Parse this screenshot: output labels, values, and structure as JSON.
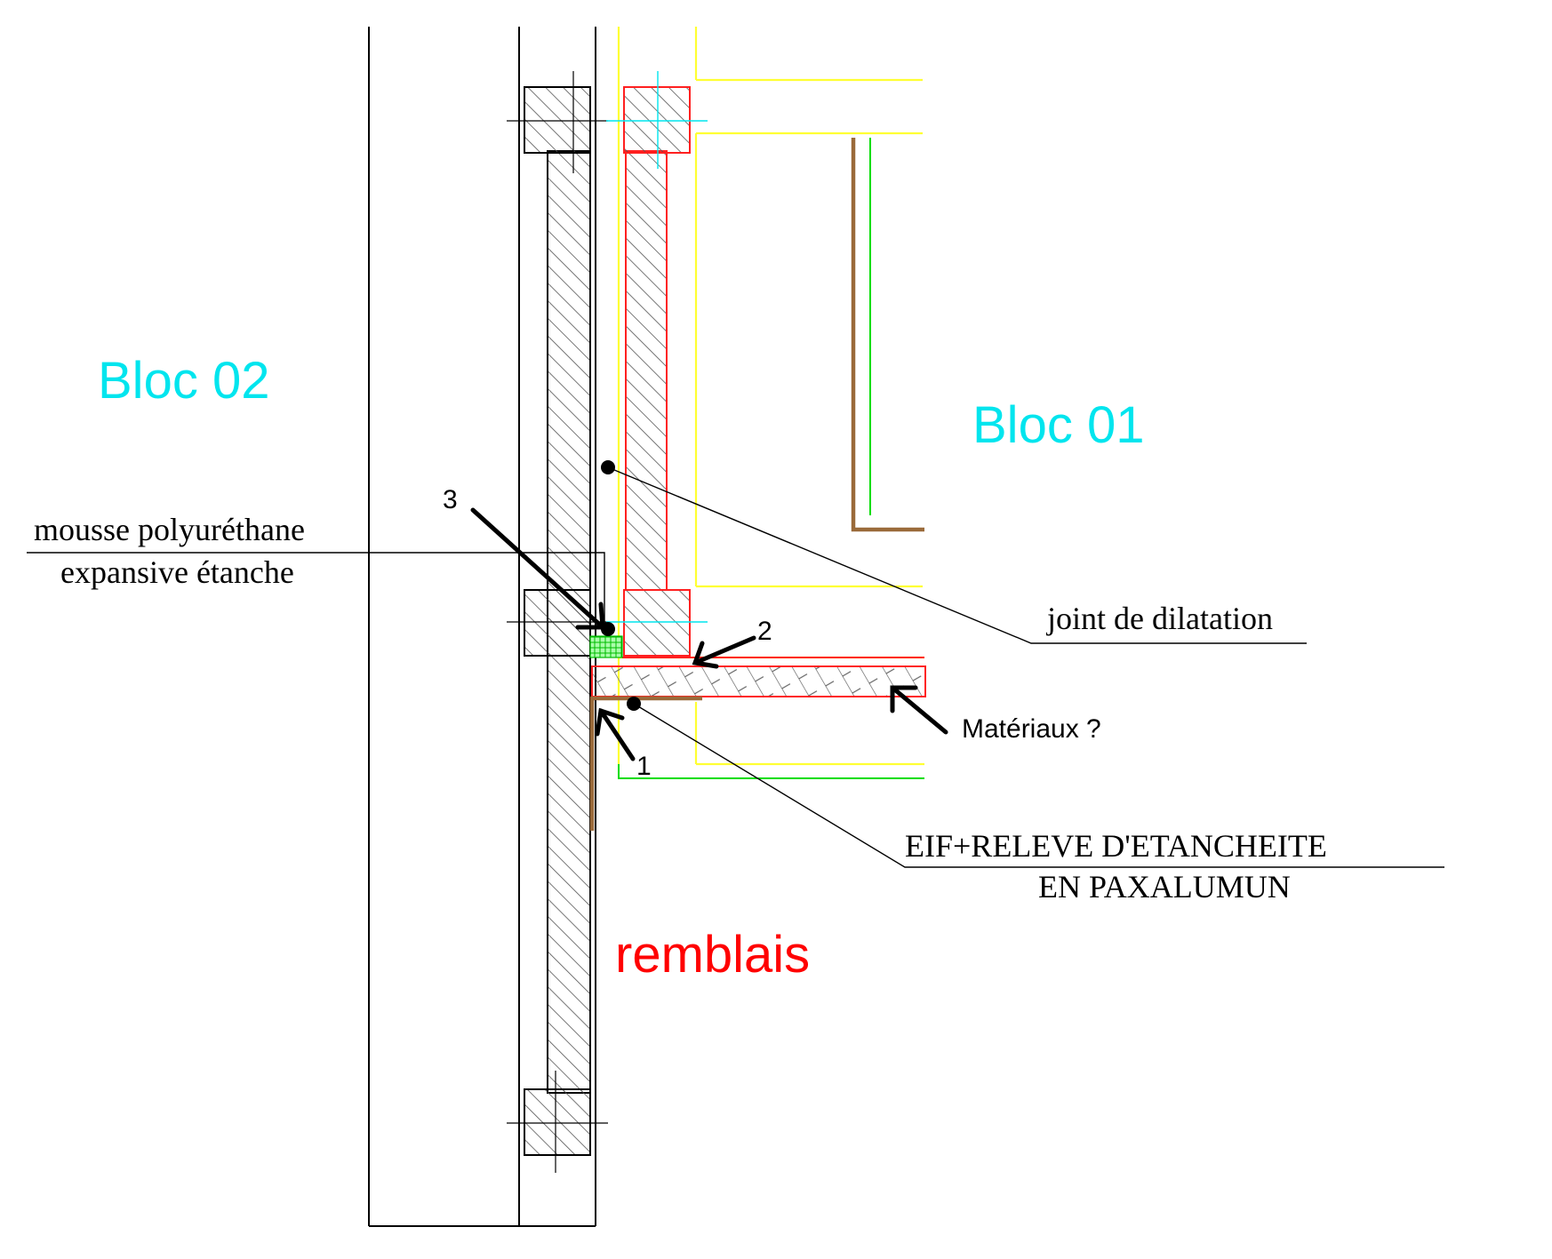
{
  "labels": {
    "bloc_02": "Bloc 02",
    "bloc_01": "Bloc 01",
    "remblais": "remblais",
    "mousse_line1": "mousse polyuréthane",
    "mousse_line2": "expansive étanche",
    "joint": "joint de dilatation",
    "materiaux": "Matériaux ?",
    "eif_line1": "EIF+RELEVE D'ETANCHEITE",
    "eif_line2": "EN PAXALUMUN",
    "num_1": "1",
    "num_2": "2",
    "num_3": "3"
  },
  "colors": {
    "block_label": "#00e5ee",
    "remblais": "#ff0000",
    "outline": "#000000",
    "hatch": "#555555",
    "red_outline": "#ff2020",
    "yellow": "#ffff33",
    "green": "#00dd00",
    "brown": "#9a6a3a",
    "cyan_axis": "#00e5ee"
  }
}
